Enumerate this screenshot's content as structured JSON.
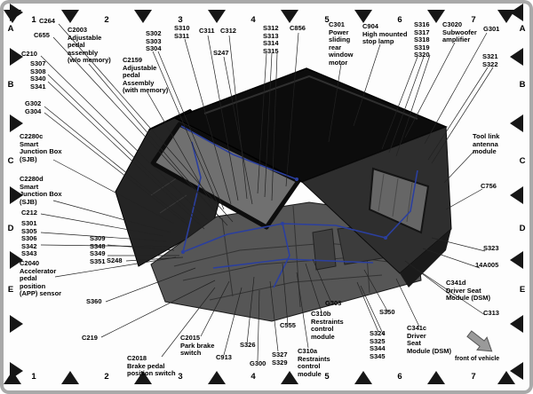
{
  "grid": {
    "top": [
      "1",
      "2",
      "3",
      "4",
      "5",
      "6",
      "7"
    ],
    "bottom": [
      "1",
      "2",
      "3",
      "4",
      "5",
      "6",
      "7"
    ],
    "left": [
      "A",
      "B",
      "C",
      "D",
      "E"
    ],
    "right": [
      "A",
      "B",
      "C",
      "D",
      "E"
    ]
  },
  "labels": [
    {
      "id": "C264",
      "text": "C264"
    },
    {
      "id": "C655",
      "text": "C655"
    },
    {
      "id": "C2003",
      "text": "C2003\nAdjustable\npedal\nassembly\n(w/o memory)"
    },
    {
      "id": "C210",
      "text": "C210"
    },
    {
      "id": "S307",
      "text": "S307\nS308\nS340\nS341"
    },
    {
      "id": "G302",
      "text": "G302\nG304"
    },
    {
      "id": "C2280c",
      "text": "C2280c\nSmart\nJunction Box\n(SJB)"
    },
    {
      "id": "C2280d",
      "text": "C2280d\nSmart\nJunction Box\n(SJB)"
    },
    {
      "id": "C212",
      "text": "C212"
    },
    {
      "id": "S301",
      "text": "S301\nS305\nS306\nS342\nS343"
    },
    {
      "id": "C2040",
      "text": "C2040\nAccelerator\npedal\nposition\n(APP) sensor"
    },
    {
      "id": "S360",
      "text": "S360"
    },
    {
      "id": "C219",
      "text": "C219"
    },
    {
      "id": "C2159",
      "text": "C2159\nAdjustable\npedal\nAssembly\n(with memory)"
    },
    {
      "id": "S302",
      "text": "S302\nS303\nS304"
    },
    {
      "id": "S310",
      "text": "S310\nS311"
    },
    {
      "id": "C311",
      "text": "C311"
    },
    {
      "id": "C312",
      "text": "C312"
    },
    {
      "id": "S247",
      "text": "S247"
    },
    {
      "id": "S312",
      "text": "S312\nS313\nS314\nS315"
    },
    {
      "id": "C856",
      "text": "C856"
    },
    {
      "id": "C301",
      "text": "C301\nPower\nsliding\nrear\nwindow\nmotor"
    },
    {
      "id": "C904",
      "text": "C904\nHigh mounted\nstop lamp"
    },
    {
      "id": "S316",
      "text": "S316\nS317\nS318\nS319\nS320"
    },
    {
      "id": "C3020",
      "text": "C3020\nSubwoofer\namplifier"
    },
    {
      "id": "G301",
      "text": "G301"
    },
    {
      "id": "S321",
      "text": "S321\nS322"
    },
    {
      "id": "toollink",
      "text": "Tool link\nantenna\nmodule"
    },
    {
      "id": "C756",
      "text": "C756"
    },
    {
      "id": "S323",
      "text": "S323"
    },
    {
      "id": "14A005",
      "text": "14A005"
    },
    {
      "id": "C341d",
      "text": "C341d\nDriver Seat\nModule (DSM)"
    },
    {
      "id": "C313",
      "text": "C313"
    },
    {
      "id": "C341c",
      "text": "C341c\nDriver\nSeat\nModule (DSM)"
    },
    {
      "id": "S350",
      "text": "S350"
    },
    {
      "id": "S324",
      "text": "S324\nS325\nS344\nS345"
    },
    {
      "id": "C310b",
      "text": "C310b\nRestraints\ncontrol\nmodule"
    },
    {
      "id": "G303",
      "text": "G303"
    },
    {
      "id": "C310a",
      "text": "C310a\nRestraints\ncontrol\nmodule"
    },
    {
      "id": "C555",
      "text": "C555"
    },
    {
      "id": "S327",
      "text": "S327\nS329"
    },
    {
      "id": "G300",
      "text": "G300"
    },
    {
      "id": "S326",
      "text": "S326"
    },
    {
      "id": "C913",
      "text": "C913"
    },
    {
      "id": "C2015",
      "text": "C2015\nPark brake\nswitch"
    },
    {
      "id": "C2018",
      "text": "C2018\nBrake pedal\nposition switch"
    },
    {
      "id": "S309",
      "text": "S309\nS348\nS349\nS351"
    },
    {
      "id": "S248",
      "text": "S248"
    }
  ],
  "front_arrow": {
    "label": "front of vehicle"
  },
  "colors": {
    "harness_blue": "#2b3f9e",
    "body_black": "#0c0c0c",
    "floor_gray": "#565656",
    "triangle_black": "#161616"
  }
}
